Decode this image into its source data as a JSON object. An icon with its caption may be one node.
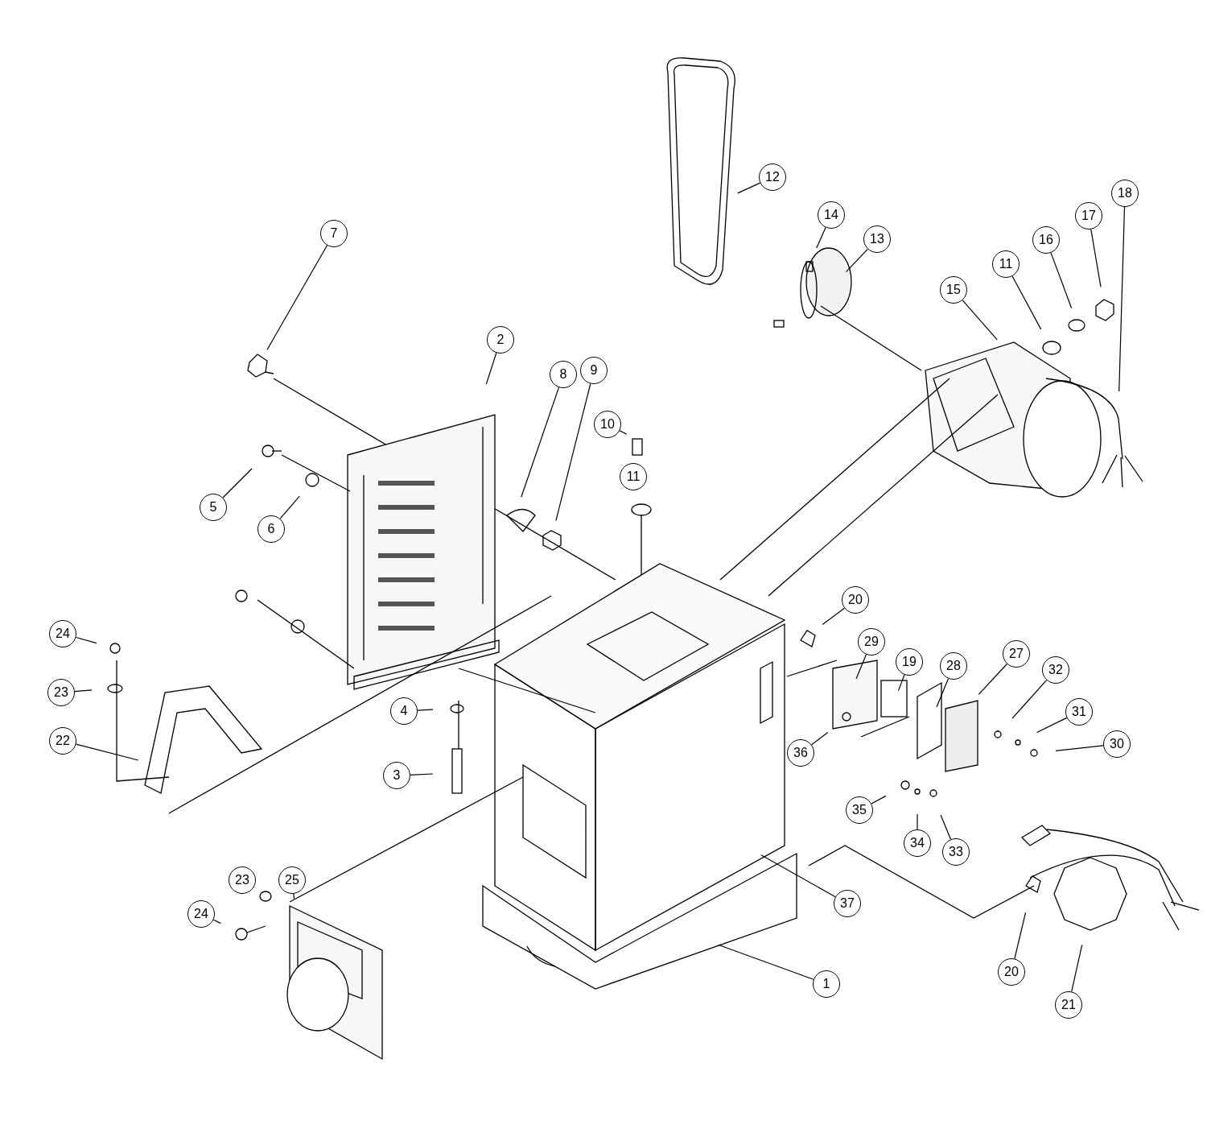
{
  "diagram": {
    "nodes": [
      {
        "text": [
          "12"
        ]
      },
      {
        "text": [
          "14"
        ]
      },
      {
        "text": [
          "13"
        ]
      },
      {
        "text": [
          "18"
        ]
      },
      {
        "text": [
          "17"
        ]
      },
      {
        "text": [
          "16"
        ]
      },
      {
        "text": [
          "7"
        ]
      },
      {
        "text": [
          "11"
        ]
      },
      {
        "text": [
          "15"
        ]
      },
      {
        "text": [
          "2"
        ]
      },
      {
        "text": [
          "8"
        ]
      },
      {
        "text": [
          "9"
        ]
      },
      {
        "text": [
          "10"
        ]
      },
      {
        "text": [
          "5"
        ]
      },
      {
        "text": [
          "11"
        ]
      },
      {
        "text": [
          "6"
        ]
      },
      {
        "text": [
          "20"
        ]
      },
      {
        "text": [
          "24"
        ]
      },
      {
        "text": [
          "29"
        ]
      },
      {
        "text": [
          "19"
        ]
      },
      {
        "text": [
          "28"
        ]
      },
      {
        "text": [
          "27"
        ]
      },
      {
        "text": [
          "32"
        ]
      },
      {
        "text": [
          "23"
        ]
      },
      {
        "text": [
          "31"
        ]
      },
      {
        "text": [
          "30"
        ]
      },
      {
        "text": [
          "4"
        ]
      },
      {
        "text": [
          "22"
        ]
      },
      {
        "text": [
          "36"
        ]
      },
      {
        "text": [
          "3"
        ]
      },
      {
        "text": [
          "35"
        ]
      },
      {
        "text": [
          "34"
        ]
      },
      {
        "text": [
          "33"
        ]
      },
      {
        "text": [
          "37"
        ]
      },
      {
        "text": [
          "23"
        ]
      },
      {
        "text": [
          "25"
        ]
      },
      {
        "text": [
          "24"
        ]
      },
      {
        "text": [
          "1"
        ]
      },
      {
        "text": [
          "20"
        ]
      },
      {
        "text": [
          "21"
        ]
      }
    ],
    "edges": [
      {
        "from": 0,
        "to": null,
        "arrow": "none"
      },
      {
        "from": 1,
        "to": null,
        "arrow": "none"
      },
      {
        "from": 2,
        "to": null,
        "arrow": "none"
      },
      {
        "from": 3,
        "to": null,
        "arrow": "none"
      },
      {
        "from": 4,
        "to": null,
        "arrow": "none"
      },
      {
        "from": 5,
        "to": null,
        "arrow": "none"
      },
      {
        "from": 6,
        "to": null,
        "arrow": "none"
      },
      {
        "from": 7,
        "to": null,
        "arrow": "none"
      },
      {
        "from": 8,
        "to": null,
        "arrow": "none"
      },
      {
        "from": 9,
        "to": null,
        "arrow": "none"
      },
      {
        "from": 10,
        "to": null,
        "arrow": "none"
      },
      {
        "from": 11,
        "to": null,
        "arrow": "none"
      },
      {
        "from": 12,
        "to": null,
        "arrow": "none"
      },
      {
        "from": 13,
        "to": null,
        "arrow": "none"
      },
      {
        "from": 14,
        "to": null,
        "arrow": "none"
      },
      {
        "from": 15,
        "to": null,
        "arrow": "none"
      },
      {
        "from": 16,
        "to": null,
        "arrow": "none"
      },
      {
        "from": 17,
        "to": null,
        "arrow": "none"
      },
      {
        "from": 18,
        "to": null,
        "arrow": "none"
      },
      {
        "from": 19,
        "to": null,
        "arrow": "none"
      },
      {
        "from": 20,
        "to": null,
        "arrow": "none"
      },
      {
        "from": 21,
        "to": null,
        "arrow": "none"
      },
      {
        "from": 22,
        "to": null,
        "arrow": "none"
      },
      {
        "from": 23,
        "to": null,
        "arrow": "none"
      },
      {
        "from": 24,
        "to": null,
        "arrow": "none"
      },
      {
        "from": 25,
        "to": null,
        "arrow": "none"
      },
      {
        "from": 26,
        "to": null,
        "arrow": "none"
      },
      {
        "from": 27,
        "to": null,
        "arrow": "none"
      },
      {
        "from": 28,
        "to": null,
        "arrow": "none"
      },
      {
        "from": 29,
        "to": null,
        "arrow": "none"
      },
      {
        "from": 30,
        "to": null,
        "arrow": "none"
      },
      {
        "from": 31,
        "to": null,
        "arrow": "none"
      },
      {
        "from": 32,
        "to": null,
        "arrow": "none"
      },
      {
        "from": 33,
        "to": null,
        "arrow": "none"
      },
      {
        "from": 34,
        "to": null,
        "arrow": "none"
      },
      {
        "from": 35,
        "to": null,
        "arrow": "none"
      },
      {
        "from": 36,
        "to": null,
        "arrow": "none"
      },
      {
        "from": 37,
        "to": null,
        "arrow": "none"
      },
      {
        "from": 38,
        "to": null,
        "arrow": "none"
      },
      {
        "from": 39,
        "to": null,
        "arrow": "none"
      }
    ]
  }
}
